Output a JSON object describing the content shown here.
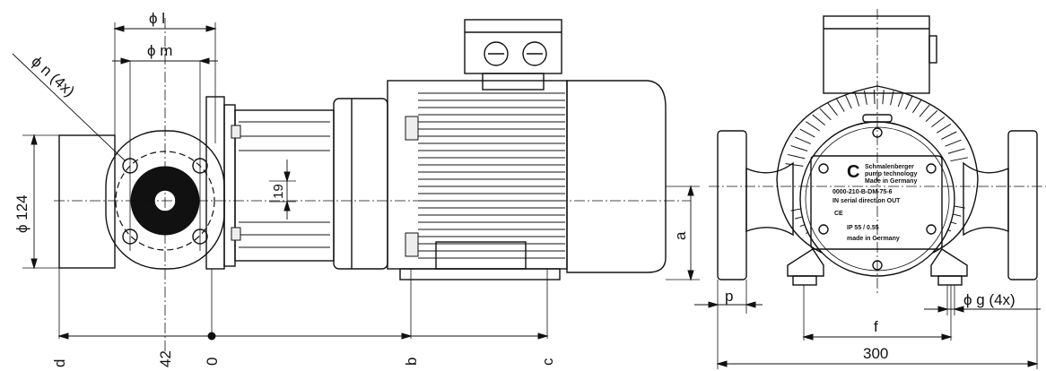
{
  "dimensions": {
    "dia_l": "ϕ l",
    "dia_m": "ϕ m",
    "dia_n": "ϕ n (4x)",
    "dia_124": "ϕ 124",
    "dim_19": "19",
    "dim_a": "a",
    "dim_d": "d",
    "dim_42": "42",
    "dim_0": "0",
    "dim_b": "b",
    "dim_c": "c",
    "dim_p": "p",
    "dim_f": "f",
    "dia_g": "ϕ g (4x)",
    "dim_300": "300"
  },
  "nameplate": {
    "brand": "Schmalenberger",
    "tagline": "pump technology",
    "location": "Made in Germany",
    "model": "0000-210-B-DM-75-6",
    "inout": "IN  serial direction  OUT",
    "marks": "CE",
    "rating": "IP 55 / 0.55",
    "footer": "made in Germany"
  }
}
